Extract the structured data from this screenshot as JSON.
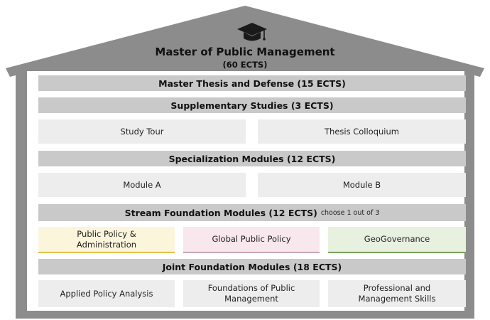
{
  "colors": {
    "house": "#8c8c8c",
    "bar": "#c9c9c9",
    "box": "#ededed",
    "ppa_fill": "#fbf5dc",
    "ppa_line": "#e4c24a",
    "gpp_fill": "#f8e7ec",
    "gpp_line": "#c9a9b1",
    "geo_fill": "#e8f0e0",
    "geo_line": "#7aa35a"
  },
  "header": {
    "icon": "graduation-cap-icon",
    "title": "Master of Public Management",
    "subtitle": "(60 ECTS)"
  },
  "rows": {
    "thesis": "Master Thesis and Defense (15 ECTS)",
    "supplementary": "Supplementary Studies (3 ECTS)",
    "supplementary_items": [
      "Study Tour",
      "Thesis Colloquium"
    ],
    "specialization": "Specialization Modules (12 ECTS)",
    "specialization_items": [
      "Module A",
      "Module B"
    ],
    "stream": "Stream Foundation Modules (12 ECTS)",
    "stream_note": "choose 1 out of 3",
    "stream_items": [
      "Public Policy & Administration",
      "Global Public Policy",
      "GeoGovernance"
    ],
    "joint": "Joint Foundation Modules (18 ECTS)",
    "joint_items": [
      "Applied Policy Analysis",
      "Foundations of Public Management",
      "Professional and Management Skills"
    ]
  }
}
